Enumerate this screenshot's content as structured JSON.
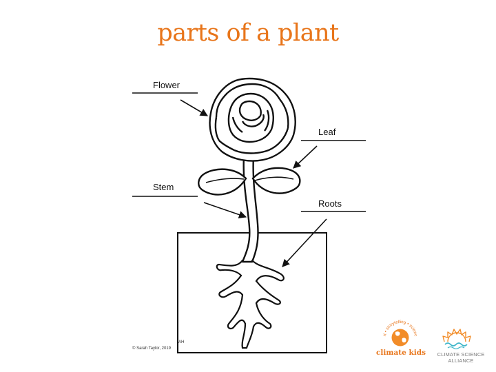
{
  "title": "parts of a plant",
  "labels": {
    "flower": "Flower",
    "leaf": "Leaf",
    "stem": "Stem",
    "roots": "Roots"
  },
  "credits": {
    "copyright": "© Sarah Taylor, 2019",
    "initials": "AH"
  },
  "logos": {
    "climate_kids": "climate kids",
    "climate_kids_arc": "art • storytelling • science",
    "climate_science_alliance": "CLIMATE SCIENCE ALLIANCE"
  },
  "colors": {
    "title": "#e8751a",
    "logo_orange": "#f28c28",
    "logo_blue": "#3fb6c9",
    "line": "#111111"
  }
}
